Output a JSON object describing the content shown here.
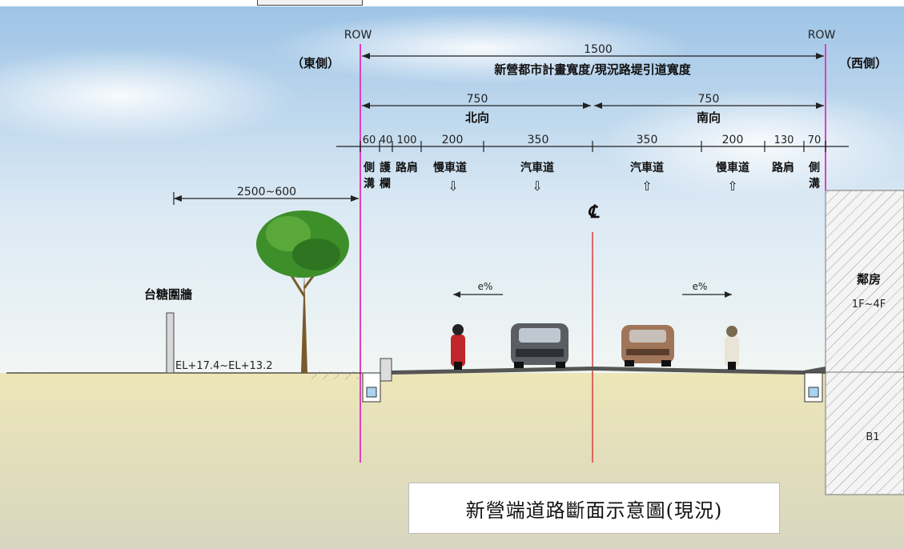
{
  "row_left": "ROW",
  "row_right": "ROW",
  "east_side": "（東側）",
  "west_side": "（西側）",
  "total_width_value": "1500",
  "total_width_label": "新營都市計畫寬度/現況路堤引道寬度",
  "north_half_value": "750",
  "north_label": "北向",
  "south_half_value": "750",
  "south_label": "南向",
  "dims_north": [
    "60",
    "40",
    "100",
    "200",
    "350"
  ],
  "dims_south": [
    "350",
    "200",
    "130",
    "70"
  ],
  "lane_labels": {
    "side_ditch": "側",
    "side_ditch_2": "溝",
    "guardrail": "護",
    "guardrail_2": "欄",
    "shoulder": "路肩",
    "slow_lane": "慢車道",
    "car_lane": "汽車道",
    "car_lane_s": "汽車道",
    "slow_lane_s": "慢車道",
    "shoulder_s": "路肩",
    "side_ditch_s": "側",
    "side_ditch_s2": "溝"
  },
  "arrow_down": "⇩",
  "arrow_up": "⇧",
  "centerline_symbol": "℄",
  "setback_dim": "2500~600",
  "wall_label": "台糖圍牆",
  "elevation": "EL+17.4~EL+13.2",
  "slope_left": "e%",
  "slope_right": "e%",
  "neighbor_label": "鄰房",
  "neighbor_floors": "1F~4F",
  "basement": "B1",
  "caption": "新營端道路斷面示意圖(現況)",
  "colors": {
    "row_line": "#e040c0",
    "centerline": "#d23030",
    "ground": "#e9e3b6",
    "sky_top": "#9ec4e6",
    "tree_green": "#3d8f2a"
  }
}
